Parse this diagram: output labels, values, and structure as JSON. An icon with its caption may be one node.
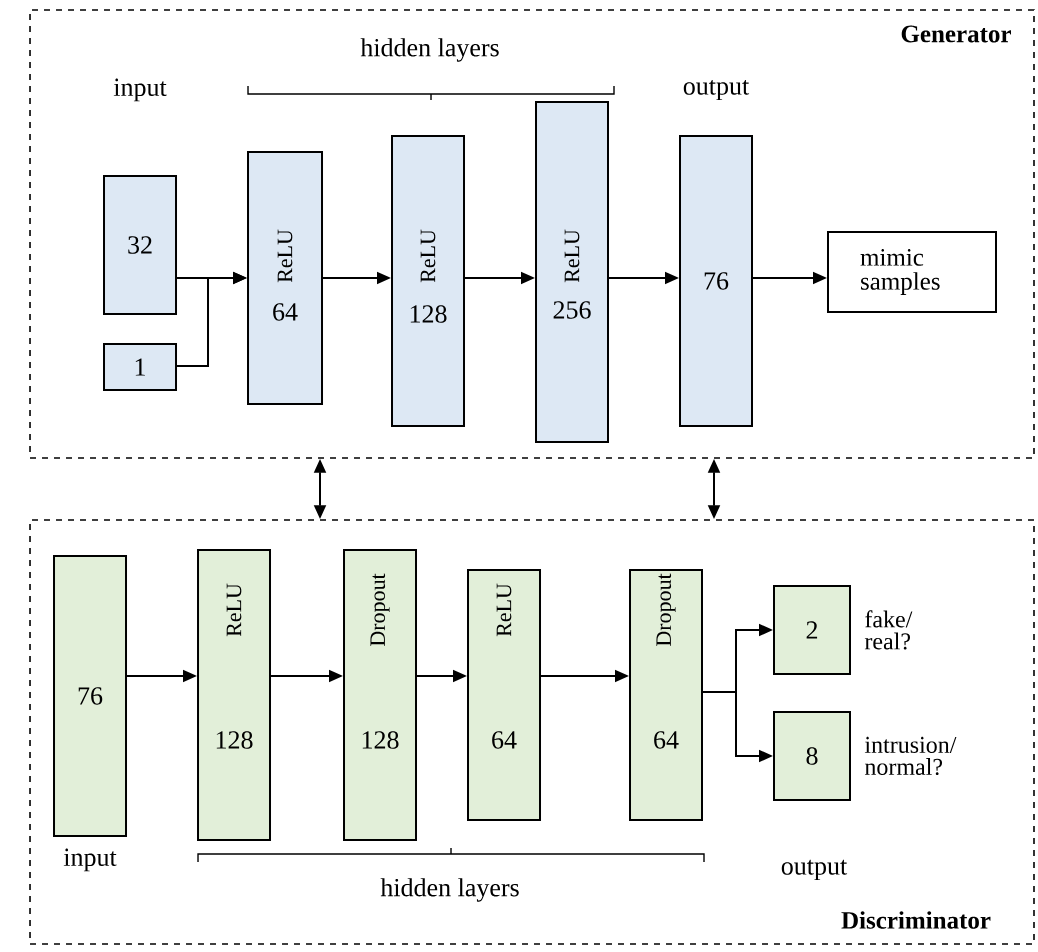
{
  "diagram": {
    "nodes": [
      {
        "text": [
          "Generator"
        ]
      },
      {
        "text": [
          "32"
        ],
        "in": 0
      },
      {
        "text": [
          "1"
        ],
        "in": 0
      },
      {
        "text": [
          "ReLU",
          "64"
        ],
        "in": 0
      },
      {
        "text": [
          "ReLU",
          "128"
        ],
        "in": 0
      },
      {
        "text": [
          "ReLU",
          "256"
        ],
        "in": 0
      },
      {
        "text": [
          "76"
        ],
        "in": 0
      },
      {
        "text": [
          "mimic samples"
        ],
        "in": 0
      },
      {
        "text": [
          "Discriminator"
        ]
      },
      {
        "text": [
          "76"
        ],
        "in": 8
      },
      {
        "text": [
          "ReLU",
          "128"
        ],
        "in": 8
      },
      {
        "text": [
          "Dropout",
          "128"
        ],
        "in": 8
      },
      {
        "text": [
          "ReLU",
          "64"
        ],
        "in": 8
      },
      {
        "text": [
          "Dropout",
          "64"
        ],
        "in": 8
      },
      {
        "text": [
          "2"
        ],
        "in": 8,
        "beside": [
          "fake/ real?"
        ]
      },
      {
        "text": [
          "8"
        ],
        "in": 8,
        "beside": [
          "intrusion/ normal?"
        ]
      }
    ],
    "edges": [
      {
        "from": 1,
        "to": 3,
        "arrow": "to"
      },
      {
        "from": 2,
        "to": 3,
        "arrow": "to"
      },
      {
        "from": 3,
        "to": 4,
        "arrow": "to"
      },
      {
        "from": 4,
        "to": 5,
        "arrow": "to"
      },
      {
        "from": 5,
        "to": 6,
        "arrow": "to"
      },
      {
        "from": 6,
        "to": 7,
        "arrow": "to"
      },
      {
        "from": 0,
        "to": 8,
        "arrow": "both"
      },
      {
        "from": 0,
        "to": 8,
        "arrow": "both"
      },
      {
        "from": 9,
        "to": 10,
        "arrow": "to"
      },
      {
        "from": 10,
        "to": 11,
        "arrow": "to"
      },
      {
        "from": 11,
        "to": 12,
        "arrow": "to"
      },
      {
        "from": 12,
        "to": 13,
        "arrow": "to"
      },
      {
        "from": 13,
        "to": 14,
        "arrow": "to"
      },
      {
        "from": 13,
        "to": 15,
        "arrow": "to"
      }
    ],
    "labels": [
      "input",
      "hidden layers",
      "output",
      "input",
      "hidden layers",
      "output"
    ]
  }
}
